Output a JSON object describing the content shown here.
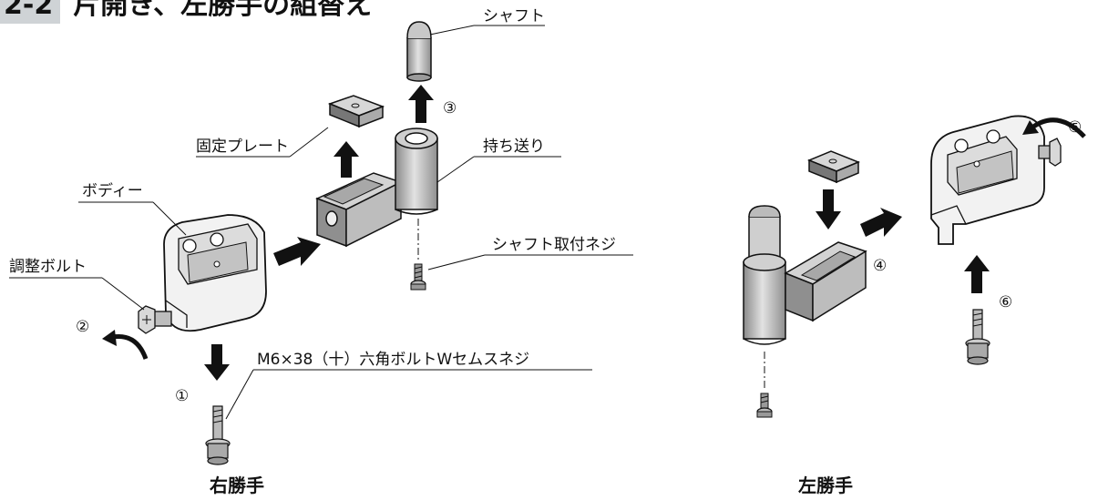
{
  "heading": {
    "number": "2-2",
    "title": "片開き、左勝手の組替え"
  },
  "labels": {
    "shaft": "シャフト",
    "fixed_plate": "固定プレート",
    "carrier": "持ち送り",
    "body": "ボディー",
    "adjust_bolt": "調整ボルト",
    "shaft_screw": "シャフト取付ネジ",
    "hex_bolt": "M6×38（十）六角ボルトWセムスネジ"
  },
  "steps": [
    "①",
    "②",
    "③",
    "④",
    "⑤",
    "⑥"
  ],
  "captions": {
    "right": "右勝手",
    "left": "左勝手"
  }
}
